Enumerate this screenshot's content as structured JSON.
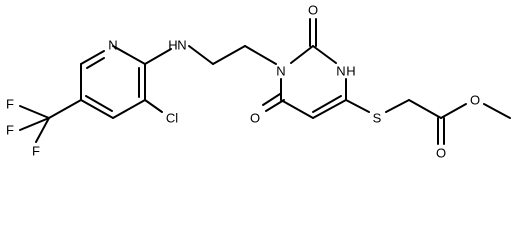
{
  "atoms": {
    "pyridine_n": "N",
    "amine_nh": "H",
    "amine_n": "N",
    "ring_n1": "N",
    "ring_nh_n": "N",
    "ring_nh_h": "H",
    "o_top": "O",
    "o_bottom": "O",
    "s": "S",
    "o_ester_carbonyl": "O",
    "o_ester": "O",
    "cl": "Cl",
    "f1": "F",
    "f2": "F",
    "f3": "F"
  }
}
